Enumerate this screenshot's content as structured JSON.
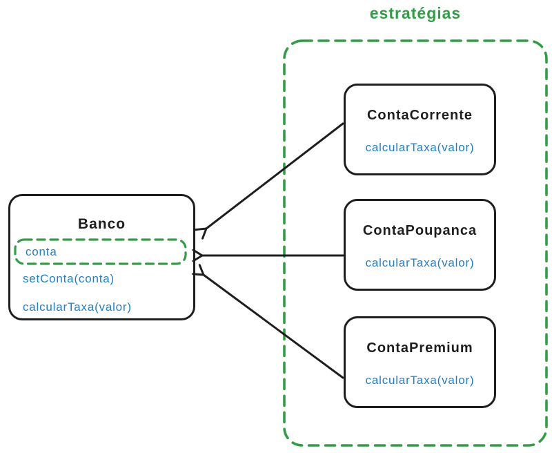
{
  "diagram": {
    "title": "estratégias",
    "context_class": {
      "title": "Banco",
      "field": "conta",
      "methods": [
        "setConta(conta)",
        "calcularTaxa(valor)"
      ]
    },
    "strategies": [
      {
        "title": "ContaCorrente",
        "method": "calcularTaxa(valor)"
      },
      {
        "title": "ContaPoupanca",
        "method": "calcularTaxa(valor)"
      },
      {
        "title": "ContaPremium",
        "method": "calcularTaxa(valor)"
      }
    ],
    "connections": [
      {
        "from": "ContaCorrente",
        "to": "Banco",
        "type": "arrow"
      },
      {
        "from": "ContaPoupanca",
        "to": "Banco",
        "type": "arrow"
      },
      {
        "from": "ContaPremium",
        "to": "Banco",
        "type": "arrow"
      }
    ],
    "colors": {
      "group_green": "#2f9e44",
      "method_blue": "#1c7ed6",
      "stroke_black": "#1e1e1e"
    }
  }
}
